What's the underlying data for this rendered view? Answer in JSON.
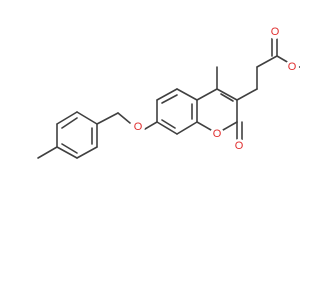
{
  "molecule": {
    "atom_labels": {
      "ether_oxygen": "O",
      "ring_oxygen": "O",
      "carbonyl_oxygen": "O",
      "ester_carbonyl_oxygen": "O",
      "ester_oxygen": "O"
    },
    "colors": {
      "bond": "#404040",
      "oxygen": "#e03030",
      "background": "#ffffff"
    }
  }
}
